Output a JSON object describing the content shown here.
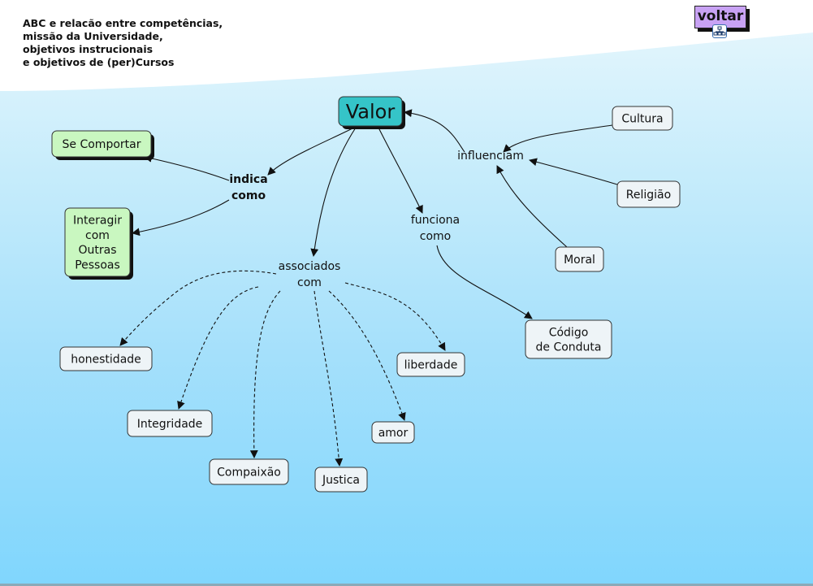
{
  "header": {
    "title": "ABC e relacão entre competências,\nmissão da Universidade,\nobjetivos instrucionais\ne objetivos de (per)Cursos",
    "back_button": "voltar",
    "back_icon": "concept-map-icon"
  },
  "colors": {
    "main_concept": "#35c4c8",
    "green_concept": "#c9f7c0",
    "plain_concept": "#eef4f7",
    "purple_button": "#c8a2f4"
  },
  "concepts": {
    "valor": "Valor",
    "se_comportar": "Se Comportar",
    "interagir": [
      "Interagir",
      "com",
      "Outras",
      "Pessoas"
    ],
    "cultura": "Cultura",
    "religiao": "Religião",
    "moral": "Moral",
    "codigo": [
      "Código",
      "de Conduta"
    ],
    "honestidade": "honestidade",
    "integridade": "Integridade",
    "compaixao": "Compaixão",
    "justica": "Justica",
    "amor": "amor",
    "liberdade": "liberdade"
  },
  "links": {
    "indica_como": [
      "indica",
      "como"
    ],
    "influenciam": "influenciam",
    "funciona_como": [
      "funciona",
      "como"
    ],
    "associados_com": [
      "associados",
      "com"
    ]
  }
}
